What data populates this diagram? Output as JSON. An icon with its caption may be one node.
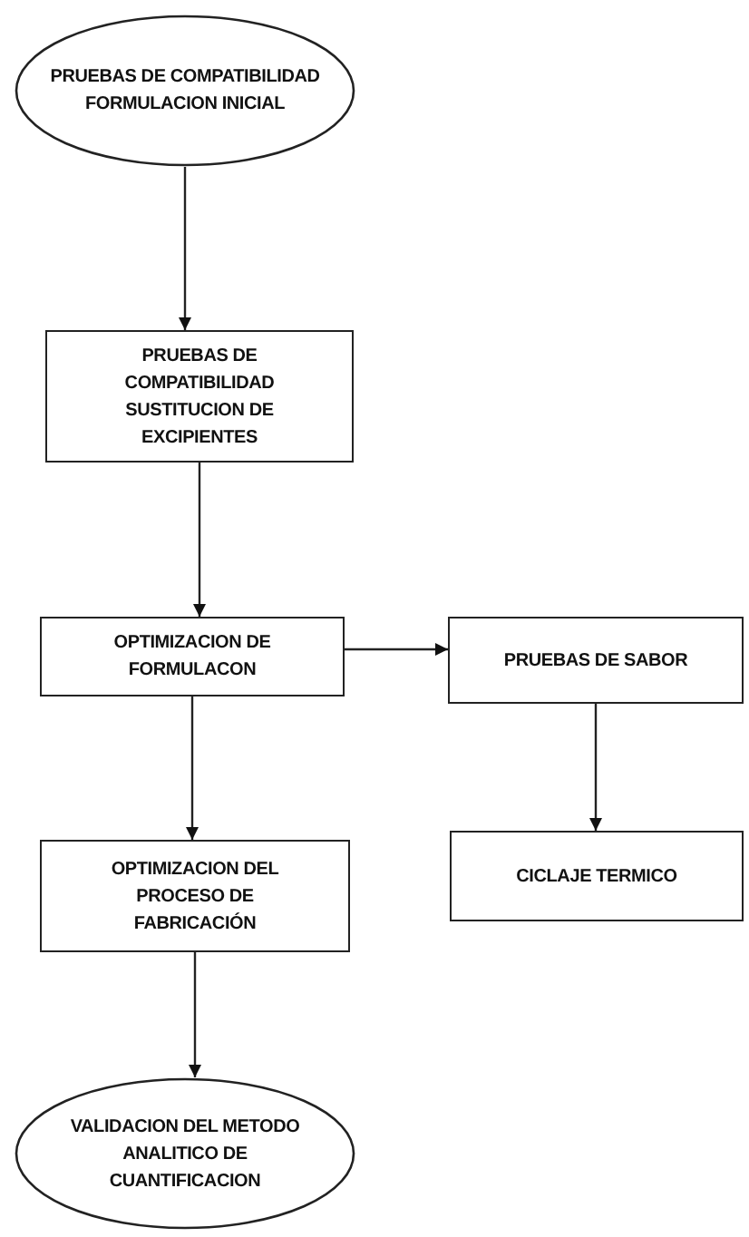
{
  "diagram": {
    "nodes": [
      {
        "text": [
          "PRUEBAS DE COMPATIBILIDAD FORMULACION INICIAL"
        ]
      },
      {
        "text": [
          "PRUEBAS DE COMPATIBILIDAD SUSTITUCION DE EXCIPIENTES"
        ]
      },
      {
        "text": [
          "OPTIMIZACION DE FORMULACON"
        ]
      },
      {
        "text": [
          "PRUEBAS DE SABOR"
        ]
      },
      {
        "text": [
          "OPTIMIZACION DEL PROCESO DE FABRICACIÓN"
        ]
      },
      {
        "text": [
          "CICLAJE TERMICO"
        ]
      },
      {
        "text": [
          "VALIDACION DEL METODO ANALITICO DE CUANTIFICACION"
        ]
      }
    ],
    "edges": [
      {
        "from": 0,
        "to": 1,
        "arrow": "to"
      },
      {
        "from": 1,
        "to": 2,
        "arrow": "to"
      },
      {
        "from": 2,
        "to": 3,
        "arrow": "to"
      },
      {
        "from": 3,
        "to": 5,
        "arrow": "to"
      },
      {
        "from": 2,
        "to": 4,
        "arrow": "to"
      },
      {
        "from": 4,
        "to": 6,
        "arrow": "to"
      }
    ]
  }
}
